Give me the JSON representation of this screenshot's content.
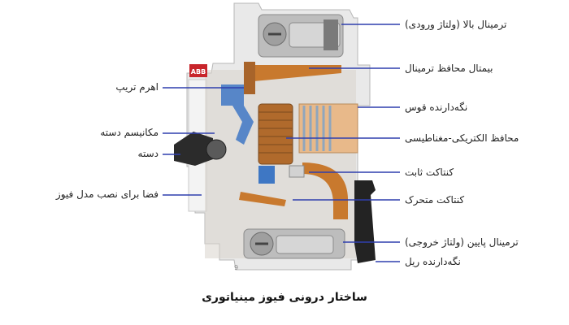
{
  "caption": "ساختار درونی فیوز مینیاتوری",
  "brand_mark": "ABB",
  "corner_mark": "9",
  "colors": {
    "leader_line": "#2f3fae",
    "housing": "#e9e9e9",
    "copper": "#c8792e",
    "arc_chute": "#e8b98a",
    "handle": "#2b2b2b",
    "brand_red": "#c8252b"
  },
  "labels_right": [
    {
      "id": "top-terminal",
      "text": "ترمینال بالا (ولتاژ ورودی)"
    },
    {
      "id": "terminal-bimetal",
      "text": "بیمتال محافظ ترمینال"
    },
    {
      "id": "arc-holder",
      "text": "نگه‌دارنده قوس"
    },
    {
      "id": "electromagnetic-protector",
      "text": "محافظ الکتریکی-مغناطیسی"
    },
    {
      "id": "fixed-contact",
      "text": "کنتاکت ثابت"
    },
    {
      "id": "moving-contact",
      "text": "کنتاکت متحرک"
    },
    {
      "id": "bottom-terminal",
      "text": "ترمینال پایین (ولتاژ خروجی)"
    },
    {
      "id": "rail-holder",
      "text": "نگه‌دارنده ریل"
    }
  ],
  "labels_left": [
    {
      "id": "trip-lever",
      "text": "اهرم تریپ"
    },
    {
      "id": "handle-mechanism",
      "text": "مکانیسم دسته"
    },
    {
      "id": "handle",
      "text": "دسته"
    },
    {
      "id": "mounting-space",
      "text": "فضا برای نصب مدل فیوز"
    }
  ]
}
